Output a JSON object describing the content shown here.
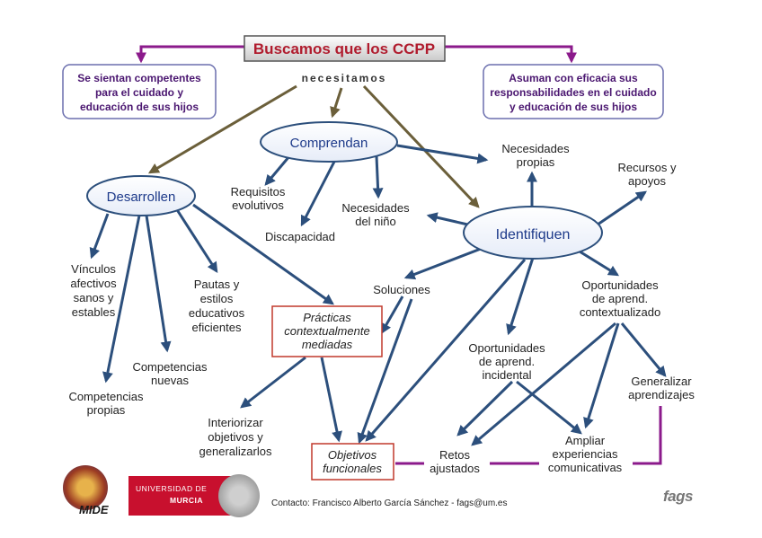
{
  "title": "Buscamos que los CCPP",
  "connector": "necesitamos",
  "boxes": {
    "left": [
      "Se sientan competentes",
      "para el cuidado y",
      "educación de sus hijos"
    ],
    "right": [
      "Asuman con eficacia sus",
      "responsabilidades en el cuidado",
      "y educación de sus hijos"
    ]
  },
  "ovals": {
    "comprendan": "Comprendan",
    "desarrollen": "Desarrollen",
    "identifiquen": "Identifiquen"
  },
  "comprendan_children": {
    "requisitos": [
      "Requisitos",
      "evolutivos"
    ],
    "discapacidad": [
      "Discapacidad"
    ],
    "necesidades_nino": [
      "Necesidades",
      "del niño"
    ],
    "necesidades_propias": [
      "Necesidades",
      "propias"
    ]
  },
  "desarrollen_children": {
    "vinculos": [
      "Vínculos",
      "afectivos",
      "sanos y",
      "estables"
    ],
    "pautas": [
      "Pautas y",
      "estilos",
      "educativos",
      "eficientes"
    ],
    "comp_nuevas": [
      "Competencias",
      "nuevas"
    ],
    "comp_propias": [
      "Competencias",
      "propias"
    ]
  },
  "identifiquen_children": {
    "recursos": [
      "Recursos y",
      "apoyos"
    ],
    "soluciones": [
      "Soluciones"
    ],
    "op_contextualizado": [
      "Oportunidades",
      "de aprend.",
      "contextualizado"
    ],
    "op_incidental": [
      "Oportunidades",
      "de aprend.",
      "incidental"
    ]
  },
  "outcomes": {
    "practicas": [
      "Prácticas",
      "contextualmente",
      "mediadas"
    ],
    "objetivos": [
      "Objetivos",
      "funcionales"
    ],
    "interiorizar": [
      "Interiorizar",
      "objetivos y",
      "generalizarlos"
    ],
    "retos": [
      "Retos",
      "ajustados"
    ],
    "ampliar": [
      "Ampliar",
      "experiencias",
      "comunicativas"
    ],
    "generalizar": [
      "Generalizar",
      "aprendizajes"
    ]
  },
  "footer": {
    "contact": "Contacto: Francisco Alberto García Sánchez - fags@um.es",
    "university_line1": "UNIVERSIDAD DE",
    "university_line2": "MURCIA",
    "mide": "MIDE",
    "fags": "fags"
  },
  "colors": {
    "arrow_blue": "#2c4f7c",
    "arrow_olive": "#6b5f3a",
    "purple": "#8b1a8b",
    "red_border": "#c0392b"
  }
}
